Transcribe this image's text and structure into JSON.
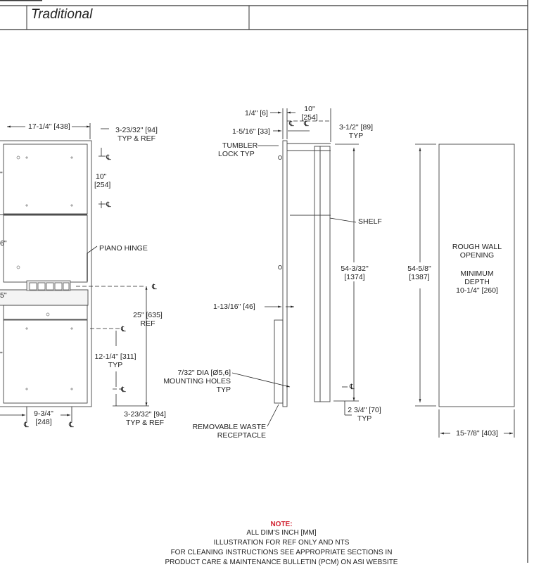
{
  "header": {
    "style": "Traditional"
  },
  "front_view": {
    "width_dim": "17-1/4\" [438]",
    "top_offset": "3-23/32\" [94]",
    "top_offset_note": "TYP & REF",
    "upper_spacing": "10\"",
    "upper_spacing_mm": "[254]",
    "piano_hinge": "PIANO HINGE",
    "ref_height": "25\" [635]",
    "ref_height_note": "REF",
    "lower_spacing": "12-1/4\" [311]",
    "lower_spacing_note": "TYP",
    "bottom_offset": "3-23/32\" [94]",
    "bottom_offset_note": "TYP & REF",
    "bottom_width": "9-3/4\"",
    "bottom_width_mm": "[248]",
    "edge_mark_1": "\"",
    "edge_mark_2": "6\"",
    "edge_mark_3": "5\"",
    "edge_mark_4": "\""
  },
  "side_view": {
    "wall_dim": "1/4\" [6]",
    "depth_dim": "10\"",
    "depth_dim_mm": "[254]",
    "flange_dim": "1-5/16\" [33]",
    "inset_dim": "3-1/2\" [89]",
    "inset_dim_note": "TYP",
    "tumbler_lock": "TUMBLER",
    "tumbler_lock_2": "LOCK TYP",
    "shelf": "SHELF",
    "height_dim": "54-3/32\"",
    "height_dim_mm": "[1374]",
    "protrusion_dim": "1-13/16\" [46]",
    "holes_label_1": "7/32\" DIA [Ø5,6]",
    "holes_label_2": "MOUNTING HOLES",
    "holes_label_3": "TYP",
    "base_dim": "2 3/4\" [70]",
    "base_dim_note": "TYP",
    "waste_label_1": "REMOVABLE WASTE",
    "waste_label_2": "RECEPTACLE"
  },
  "rough_opening": {
    "height_dim": "54-5/8\"",
    "height_dim_mm": "[1387]",
    "width_dim": "15-7/8\" [403]",
    "label_1": "ROUGH WALL",
    "label_2": "OPENING",
    "label_3": "MINIMUM",
    "label_4": "DEPTH",
    "label_5": "10-1/4\" [260]"
  },
  "centerline_symbol": "℄",
  "notes": {
    "heading": "NOTE:",
    "line_1": "ALL DIM'S INCH [MM]",
    "line_2": "ILLUSTRATION FOR REF ONLY AND NTS",
    "line_3": "FOR CLEANING INSTRUCTIONS SEE APPROPRIATE SECTIONS IN",
    "line_4": "PRODUCT CARE & MAINTENANCE BULLETIN (PCM) ON ASI WEBSITE"
  }
}
